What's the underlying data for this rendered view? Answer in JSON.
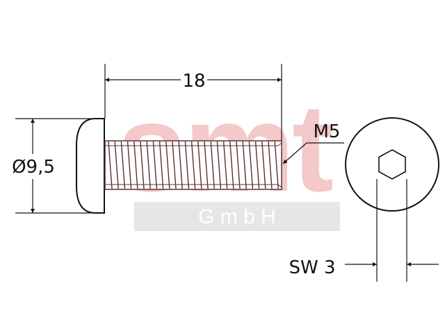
{
  "drawing": {
    "length_label": "18",
    "diameter_label": "Ø9,5",
    "thread_label": "M5",
    "drive_label": "SW 3"
  },
  "watermark": {
    "logo_text": "smt",
    "company_text": "G m b H",
    "logo_color": "#f3c9c9",
    "band_color": "#e6e6e6"
  },
  "colors": {
    "line": "#111111",
    "thread": "#5a3030"
  }
}
